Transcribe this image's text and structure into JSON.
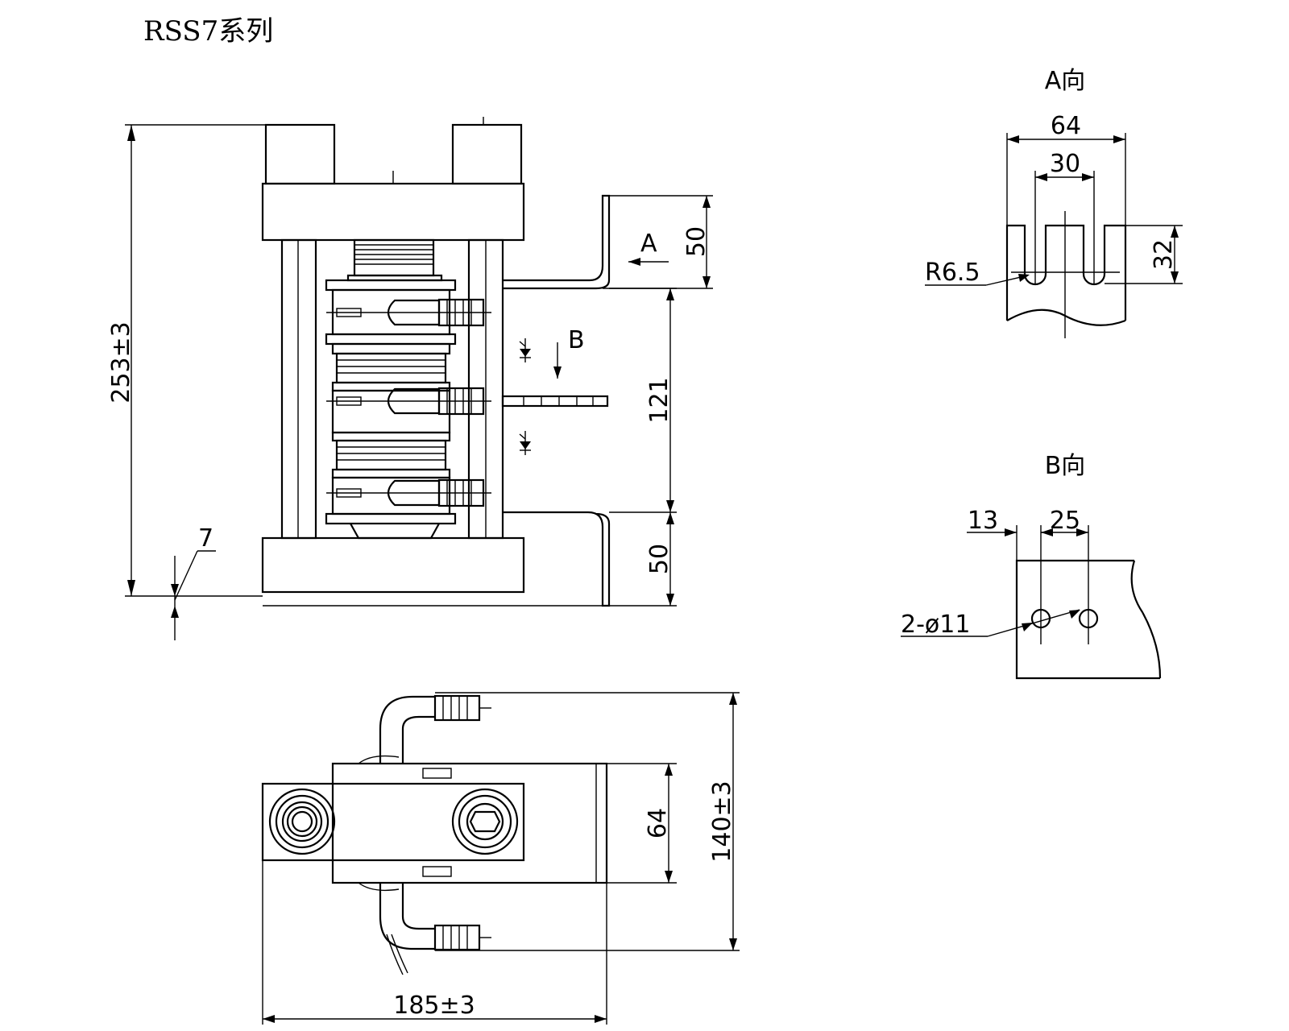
{
  "title": "RSS7系列",
  "views": {
    "view_a_title": "A向",
    "view_b_title": "B向"
  },
  "arrows": {
    "a_label": "A",
    "b_label": "B"
  },
  "dimensions": {
    "overall_height": "253±3",
    "base_offset": "7",
    "upper_clamp": "50",
    "middle_span": "121",
    "lower_clamp": "50",
    "top_width": "64",
    "overall_depth": "140±3",
    "overall_length": "185±3",
    "a_outer_width": "64",
    "a_slot_spacing": "30",
    "a_slot_depth": "32",
    "a_slot_radius": "R6.5",
    "b_edge_offset": "13",
    "b_hole_spacing": "25",
    "b_holes": "2-ø11"
  }
}
